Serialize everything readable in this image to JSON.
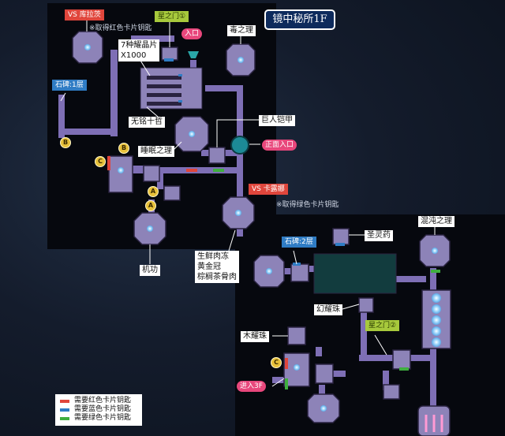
{
  "title": "镜中秘所1F",
  "badges": {
    "a": "A",
    "b": "B",
    "c": "C"
  },
  "enemies": {
    "kula": {
      "tag": "VS 库拉茨",
      "note": "※取得红色卡片钥匙"
    },
    "kalux": {
      "tag": "VS 卡露娜",
      "note": "※取得绿色卡片钥匙"
    }
  },
  "labels": {
    "star_gate_1": "星之门①",
    "star_gate_2": "星之门②",
    "entrance": "入口",
    "poison": "毒之理",
    "crystals": "7种耀晶片\nX1000",
    "stele_1": "石碑:1层",
    "wuming": "无铭十哲",
    "sleep": "睡眠之理",
    "armor": "巨人铠甲",
    "front_entrance": "正面入口",
    "jigong": "机功",
    "food": "生鲜肉冻\n黄金冠\n棕榈茶骨肉",
    "stele_2": "石碑:2层",
    "holy_drug": "圣灵药",
    "chaos": "混沌之理",
    "phantom_bead": "幻耀珠",
    "wood_bead": "木耀珠",
    "to_3f": "进入3F"
  },
  "legend": [
    {
      "color": "#e0463c",
      "text": "需要红色卡片钥匙"
    },
    {
      "color": "#2f7cc4",
      "text": "需要蓝色卡片钥匙"
    },
    {
      "color": "#3fae3f",
      "text": "需要绿色卡片钥匙"
    }
  ],
  "colors": {
    "room_fill": "#8d83b8",
    "corridor": "#7e6fb5",
    "red_lock": "#e0463c",
    "blue_lock": "#2f7cc4",
    "green_lock": "#3fae3f"
  }
}
